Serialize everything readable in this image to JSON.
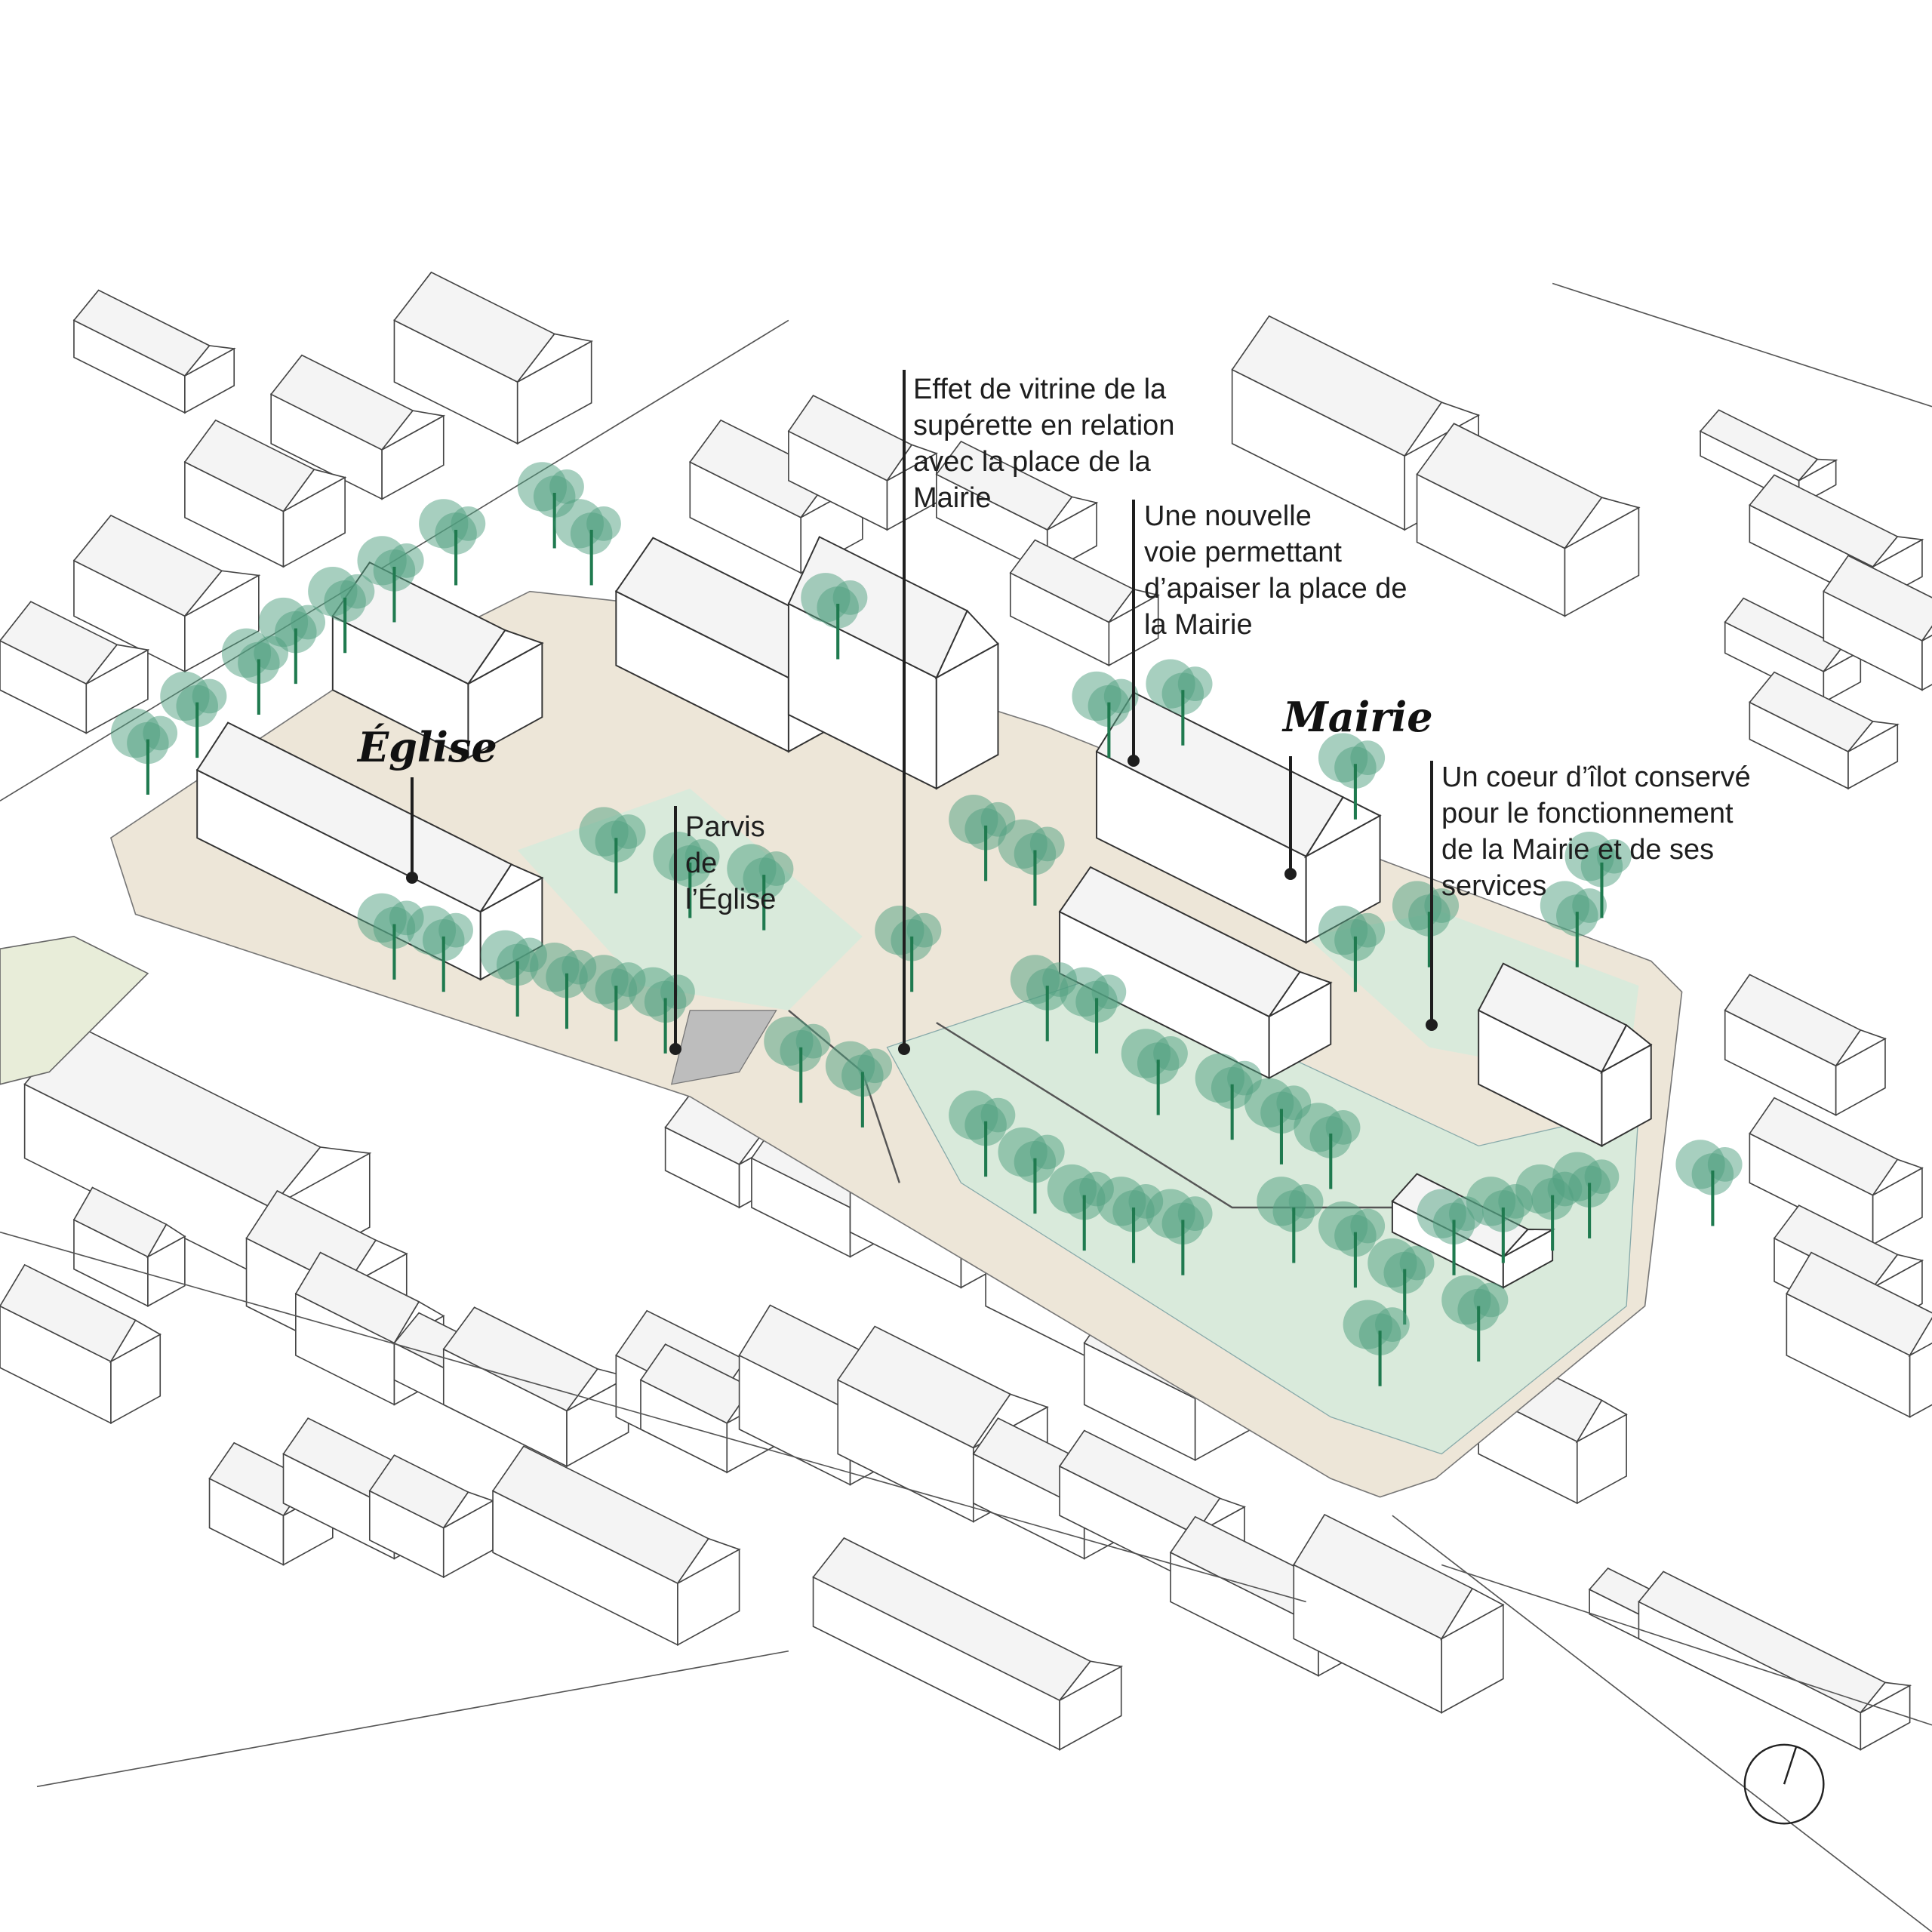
{
  "colors": {
    "path": "#ede6d8",
    "lawn": "#d9eadb",
    "tree": "#4fa07f",
    "trunk": "#1f7a4f",
    "line": "#3a3a3a",
    "text": "#1e1e1e"
  },
  "labels": {
    "eglise": "Église",
    "mairie": "Mairie",
    "parvis": "Parvis\nde\nl’Église",
    "vitrine": "Effet de vitrine de la\nsupérette en relation\navec la place de la\nMairie",
    "voie": "Une nouvelle\nvoie permettant\nd’apaiser la place de\nla Mairie",
    "coeur": "Un coeur d’îlot conservé\npour le fonctionnement\nde la Mairie et de ses\nservices"
  },
  "icons": {
    "compass": "north-arrow-icon"
  }
}
